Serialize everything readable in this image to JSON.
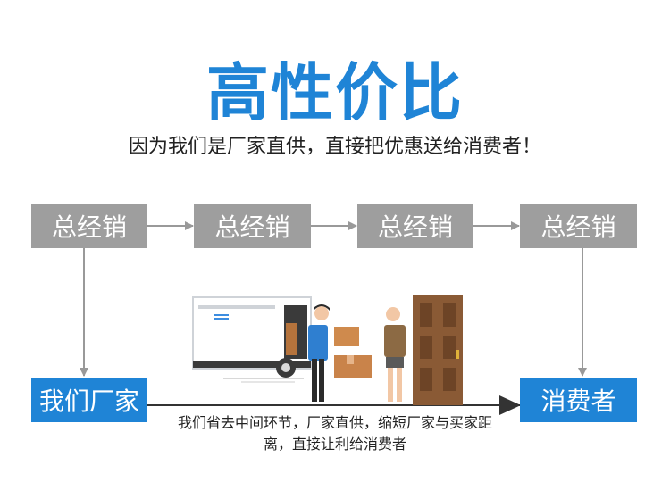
{
  "header": {
    "title": "高性价比",
    "subtitle": "因为我们是厂家直供，直接把优惠送给消费者！"
  },
  "traditional_chain": {
    "steps": [
      "总经销",
      "总经销",
      "总经销",
      "总经销"
    ]
  },
  "direct_chain": {
    "source_label": "我们厂家",
    "target_label": "消费者",
    "caption_line1": "我们省去中间环节，厂家直供，缩短厂家与买家距",
    "caption_line2": "离，直接让利给消费者"
  },
  "colors": {
    "accent": "#1f84d6",
    "gray_box": "#9e9e9e",
    "arrow": "#999999"
  }
}
